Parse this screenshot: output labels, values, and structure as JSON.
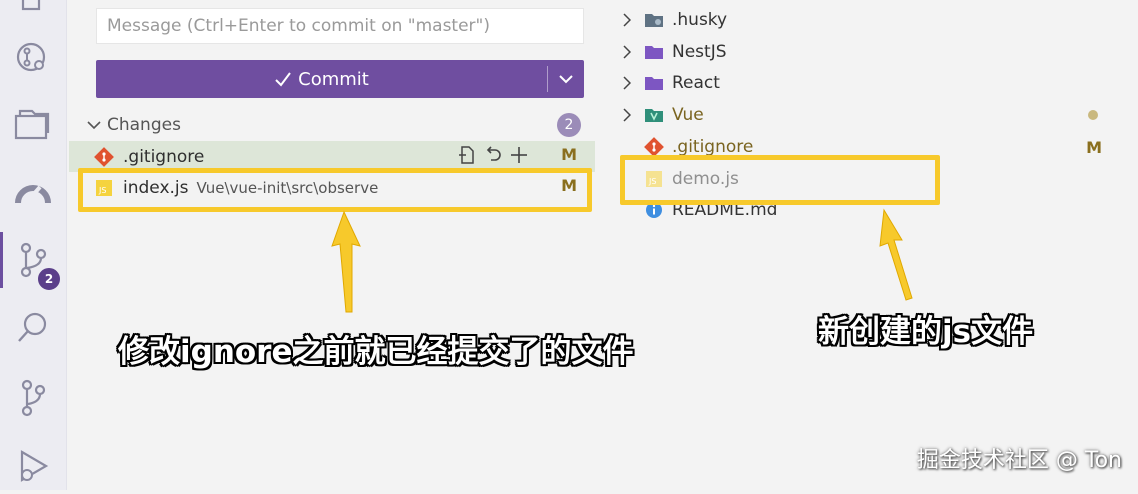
{
  "scm": {
    "message_placeholder": "Message (Ctrl+Enter to commit on \"master\")",
    "commit_label": "Commit",
    "changes_title": "Changes",
    "changes_count": "2",
    "files": [
      {
        "name": ".gitignore",
        "path": "",
        "status": "M"
      },
      {
        "name": "index.js",
        "path": "Vue\\vue-init\\src\\observe",
        "status": "M"
      }
    ]
  },
  "activity_bar": {
    "scm_badge": "2"
  },
  "explorer": {
    "items": [
      {
        "name": ".husky",
        "type": "folder",
        "status": ""
      },
      {
        "name": "NestJS",
        "type": "folder",
        "status": ""
      },
      {
        "name": "React",
        "type": "folder",
        "status": ""
      },
      {
        "name": "Vue",
        "type": "folder",
        "status": "dot"
      },
      {
        "name": ".gitignore",
        "type": "file",
        "status": "M"
      },
      {
        "name": "demo.js",
        "type": "file",
        "status": ""
      },
      {
        "name": "README.md",
        "type": "file",
        "status": ""
      }
    ]
  },
  "annotations": {
    "left": "修改ignore之前就已经提交了的文件",
    "right": "新创建的js文件"
  },
  "watermark": "掘金技术社区 @ Ton",
  "colors": {
    "accent": "#6f4ea0",
    "highlight": "#f7c92b",
    "modified": "#8a6f1e",
    "staged_row": "#dde6d8"
  }
}
